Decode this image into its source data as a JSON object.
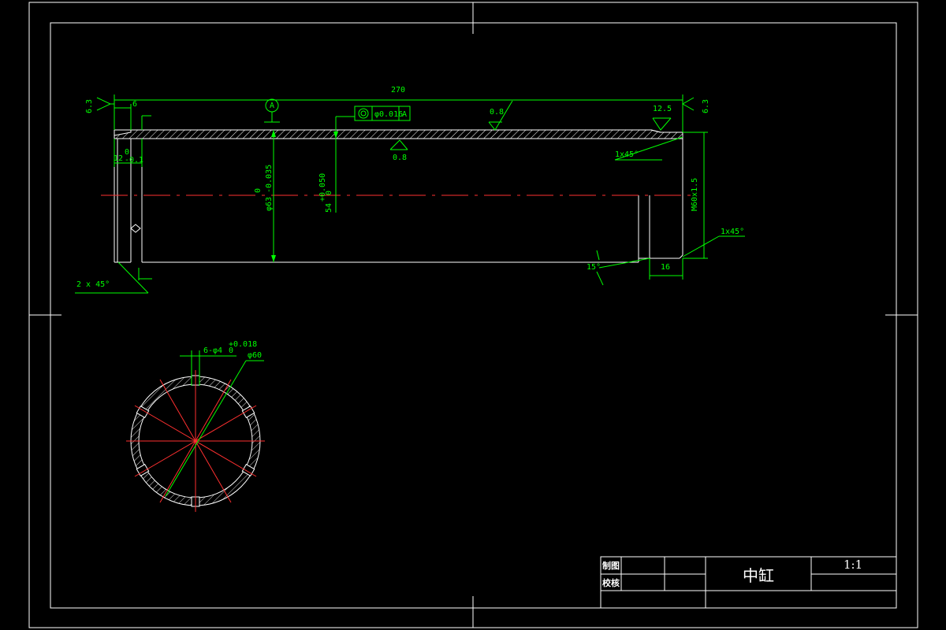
{
  "dimensions": {
    "overall_length": "270",
    "left_shoulder": "6",
    "left_groove": "12",
    "left_groove_tol_upper": "0",
    "left_groove_tol_lower": "-0.1",
    "inner_diameter": "φ63",
    "inner_diameter_tol_upper": "0",
    "inner_diameter_tol_lower": "-0.035",
    "outer_diameter": "54",
    "outer_diameter_tol_upper": "+0.050",
    "outer_diameter_tol_lower": "0",
    "thread": "M60x1.5",
    "right_length": "16",
    "chamfer_right_top": "1x45°",
    "chamfer_right_bottom": "1x45°",
    "chamfer_left": "2 x 45°",
    "angle": "15°",
    "holes": "6-φ4",
    "holes_tol_upper": "+0.018",
    "holes_tol_lower": "0",
    "section_diameter": "φ60"
  },
  "roughness": {
    "left_end": "6.3",
    "right_end": "6.3",
    "top_surface": "0.8",
    "bore_surface": "0.8",
    "right_face": "12.5"
  },
  "datum": {
    "label": "A"
  },
  "tolerance_frame": {
    "value": "φ0.016",
    "datum": "A"
  },
  "title_block": {
    "part_name": "中缸",
    "scale": "1:1",
    "drawn_label": "制图",
    "checked_label": "校核"
  },
  "colors": {
    "outline": "#ffffff",
    "dimension": "#00ff00",
    "centerline": "#ff3030",
    "background": "#000000"
  }
}
